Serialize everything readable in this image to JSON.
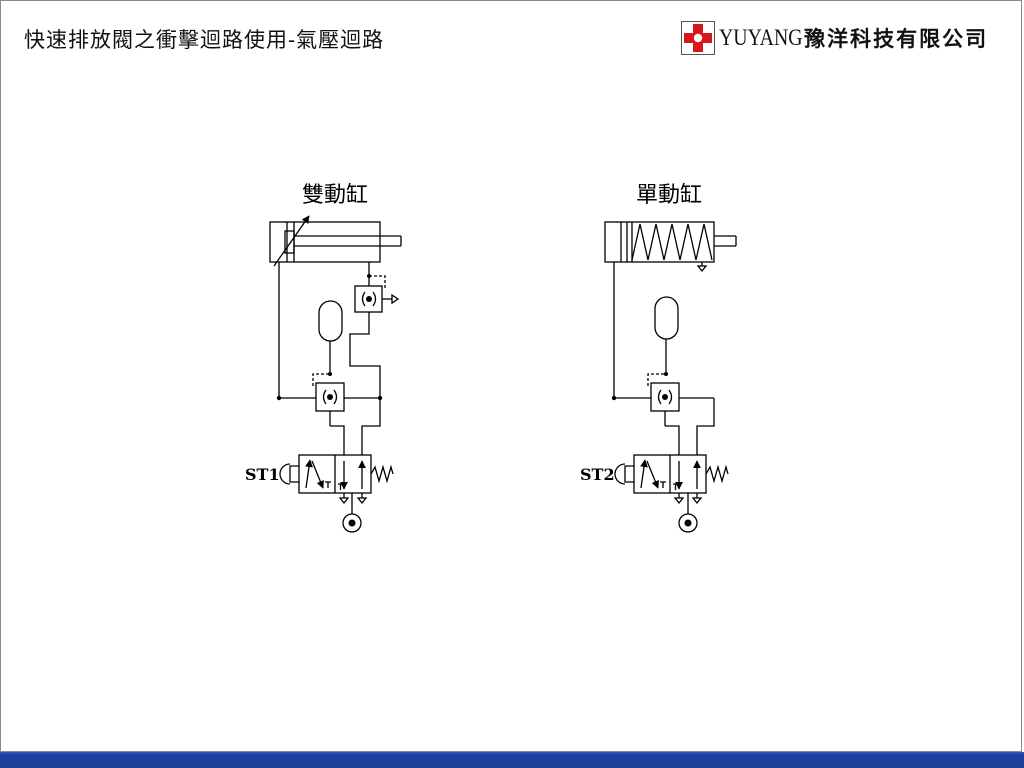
{
  "title": "快速排放閥之衝擊迴路使用-氣壓迴路",
  "brand": {
    "name_en": "YUYANG",
    "name_zh": "豫洋科技有限公司",
    "logo_color": "#d9161c"
  },
  "circuits": {
    "left": {
      "label": "雙動缸",
      "switch_label": "ST1"
    },
    "right": {
      "label": "單動缸",
      "switch_label": "ST2"
    }
  },
  "colors": {
    "line": "#000000",
    "footer": "#1f3f9c"
  }
}
